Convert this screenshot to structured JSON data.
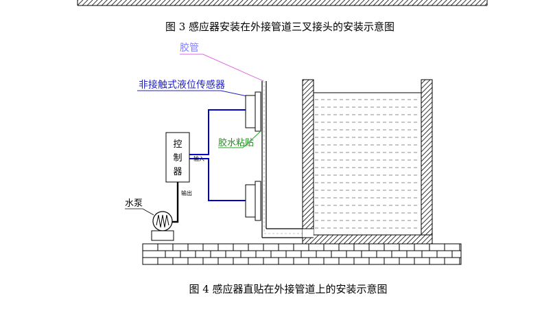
{
  "captions": {
    "fig3": "图 3  感应器安装在外接管道三叉接头的安装示意图",
    "fig4": "图 4  感应器直贴在外接管道上的安装示意图"
  },
  "labels": {
    "hose": "胶管",
    "sensor": "非接触式液位传感器",
    "glue": "胶水粘贴",
    "controller": [
      "控",
      "制",
      "器"
    ],
    "input": "输入",
    "output": "输出",
    "pump": "水泵"
  },
  "colors": {
    "hose_label": "#8080ff",
    "hose_leader": "#e066e0",
    "sensor_label": "#2020c0",
    "sensor_leader": "#2020c0",
    "glue_label": "#228b22",
    "glue_leader": "#22aa22",
    "signal_wire": "#0000cc",
    "power_wire": "#000000",
    "water_line": "#666666",
    "lines": "#000000"
  }
}
